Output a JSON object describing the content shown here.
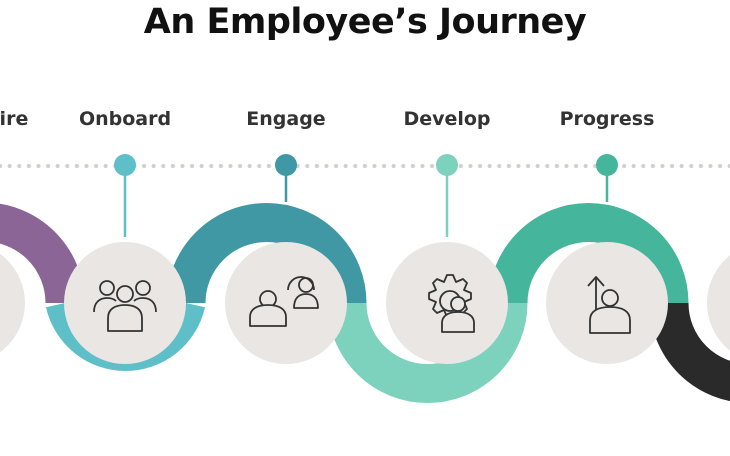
{
  "title": "An Employee’s Journey",
  "stages": [
    {
      "label": "Hire",
      "icon": "hire-icon"
    },
    {
      "label": "Onboard",
      "icon": "people-group-icon"
    },
    {
      "label": "Engage",
      "icon": "people-talking-icon"
    },
    {
      "label": "Develop",
      "icon": "gear-person-icon"
    },
    {
      "label": "Progress",
      "icon": "person-arrow-up-icon"
    }
  ],
  "colors": {
    "purple": "#8a6596",
    "teal_light": "#5ebfc9",
    "teal_dark": "#3f98a3",
    "mint": "#7dd2bd",
    "green": "#45b59b",
    "black": "#2a2a2a",
    "circle": "#e9e6e3",
    "dots": "#d2d0cd"
  }
}
